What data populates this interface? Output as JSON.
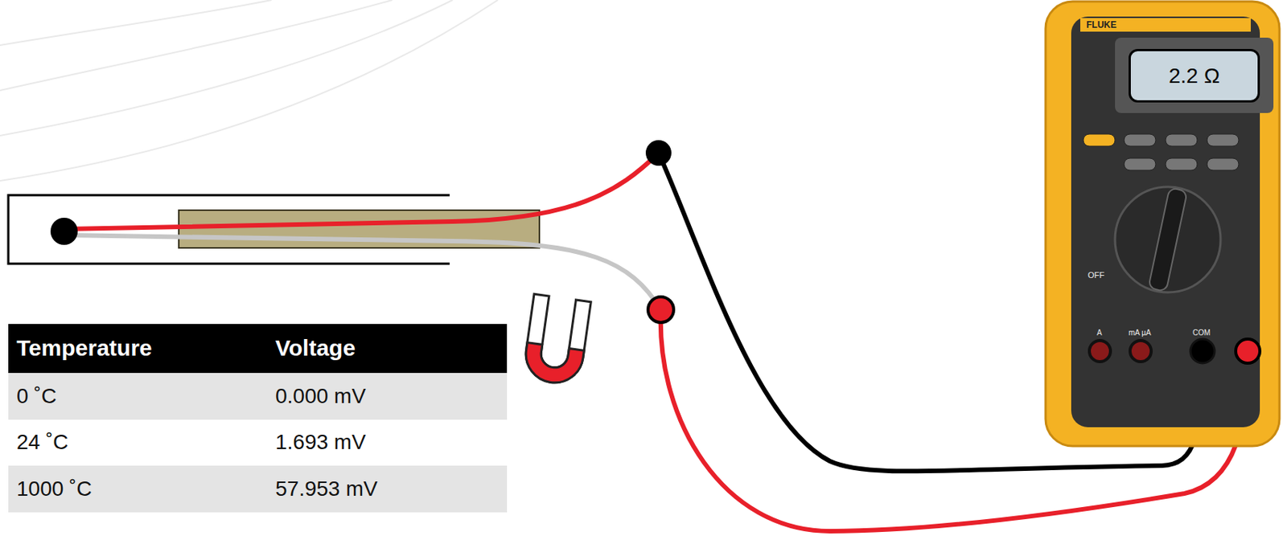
{
  "diagram": {
    "nodes": [
      {
        "text": [
          "2.2 Ω"
        ]
      }
    ],
    "labels": [
      "Temperature",
      "Voltage",
      "0 ˚C",
      "0.000 mV",
      "24 ˚C",
      "1.693 mV",
      "1000 ˚C",
      "57.953 mV",
      "FLUKE",
      "OFF",
      "COM",
      "A",
      "mA µA"
    ]
  }
}
